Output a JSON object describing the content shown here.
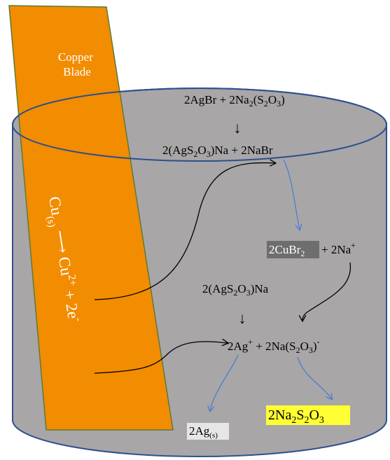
{
  "colors": {
    "cylinder_fill": "#a8a6a7",
    "cylinder_stroke": "#2e4f8f",
    "blade_fill": "#f28c00",
    "blade_stroke": "#5b7a3a",
    "blue_arrow": "#4a7fd0",
    "black_arrow": "#000000",
    "dark_highlight": "#6e6e6e",
    "light_highlight": "#e6e6e6",
    "yellow_highlight": "#ffff33"
  },
  "blade_label": {
    "line1": "Copper",
    "line2": "Blade"
  },
  "oxidation": {
    "cu": "Cu",
    "cu_sub": "(s)",
    "arrow": "⟶",
    "cu2": "Cu",
    "cu2_sup": "2+",
    "plus_electrons": "+ 2e",
    "electron_sup": "-"
  },
  "reactions": {
    "top_reactants": {
      "a": "2AgBr + 2Na",
      "b": "2",
      "c": "(S",
      "d": "2",
      "e": "O",
      "f": "3",
      "g": ")"
    },
    "down_arrow": "↓",
    "top_products": {
      "a": "2(AgS",
      "b": "2",
      "c": "O",
      "d": "3",
      "e": ")Na + 2NaBr"
    },
    "cubr": {
      "a": "2CuBr",
      "b": "2"
    },
    "na_plus": {
      "a": "+ 2Na",
      "b": "+"
    },
    "mid_complex": {
      "a": "2(AgS",
      "b": "2",
      "c": "O",
      "d": "3",
      "e": ")Na"
    },
    "ag_line": {
      "a": "2Ag",
      "b": "+",
      "c": " + 2Na(S",
      "d": "2",
      "e": "O",
      "f": "3",
      "g": ")",
      "h": "-"
    },
    "ag_solid": {
      "a": "2Ag",
      "b": "(s)"
    },
    "product": {
      "a": "2Na",
      "b": "2",
      "c": "S",
      "d": "2",
      "e": "O",
      "f": "3"
    }
  }
}
